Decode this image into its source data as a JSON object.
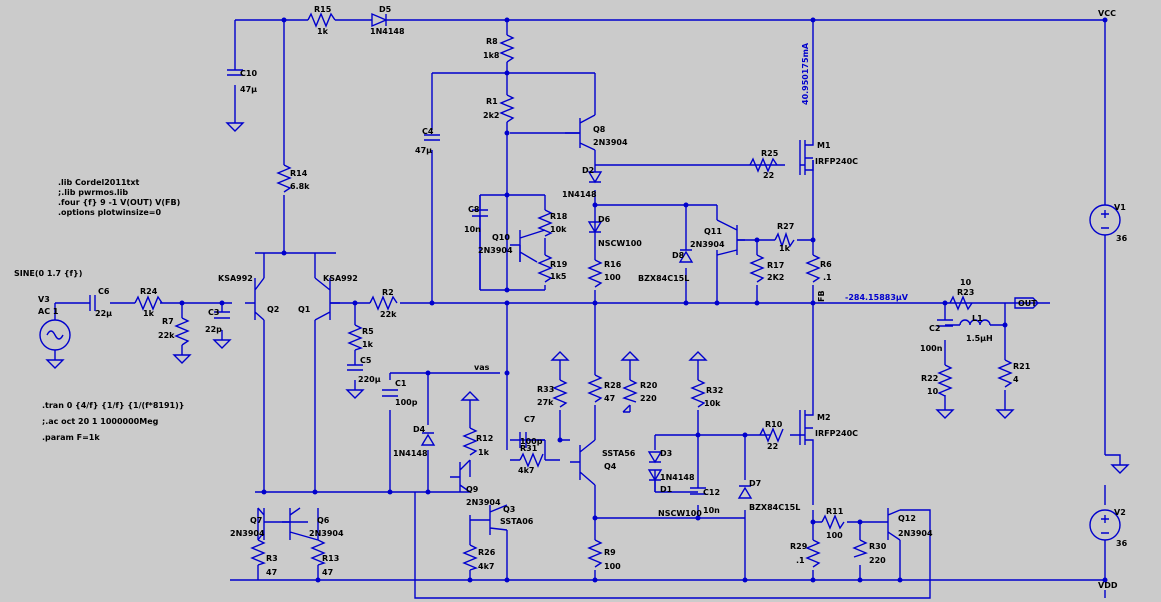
{
  "nets": {
    "vcc": "VCC",
    "vdd": "VDD",
    "vas": "vas",
    "fb": "FB",
    "out": "OUT"
  },
  "directives": [
    ".lib Cordel2011txt",
    ";.lib pwrmos.lib",
    ".four {f} 9 -1 V(OUT) V(FB)",
    ".options plotwinsize=0"
  ],
  "sim": [
    ".tran 0 {4/f} {1/f} {1/(f*8191)}",
    ";.ac oct 20 1 1000000Meg",
    ".param F=1k"
  ],
  "source": "SINE(0 1.7 {f})",
  "measurements": {
    "current": "40.950175mA",
    "voltage": "-284.15883µV"
  },
  "parts": {
    "R15": [
      "R15",
      "1k"
    ],
    "D5": [
      "D5",
      "1N4148"
    ],
    "C10": [
      "C10",
      "47µ"
    ],
    "R8": [
      "R8",
      "1k8"
    ],
    "R1": [
      "R1",
      "2k2"
    ],
    "C4": [
      "C4",
      "47µ"
    ],
    "Q8": [
      "Q8",
      "2N3904"
    ],
    "D2": [
      "D2",
      "1N4148"
    ],
    "C8": [
      "C8",
      "10n"
    ],
    "R18": [
      "R18",
      "10k"
    ],
    "Q10": [
      "Q10",
      "2N3904"
    ],
    "R19": [
      "R19",
      "1k5"
    ],
    "D6": [
      "D6",
      "NSCW100"
    ],
    "R16": [
      "R16",
      "100"
    ],
    "D8": [
      "D8",
      "BZX84C15L"
    ],
    "Q11": [
      "Q11",
      "2N3904"
    ],
    "R17": [
      "R17",
      "2K2"
    ],
    "R27": [
      "R27",
      "1k"
    ],
    "R25": [
      "R25",
      "22"
    ],
    "M1": [
      "M1",
      "IRFP240C"
    ],
    "R6": [
      "R6",
      ".1"
    ],
    "R14": [
      "R14",
      "6.8k"
    ],
    "V3": [
      "V3",
      "AC 1"
    ],
    "C6": [
      "C6",
      "22µ"
    ],
    "R24": [
      "R24",
      "1k"
    ],
    "R7": [
      "R7",
      "22k"
    ],
    "C3": [
      "C3",
      "22p"
    ],
    "Q2": [
      "Q2",
      "KSA992"
    ],
    "Q1": [
      "Q1",
      "KSA992"
    ],
    "R2": [
      "R2",
      "22k"
    ],
    "R5": [
      "R5",
      "1k"
    ],
    "C5": [
      "C5",
      "220µ"
    ],
    "C1": [
      "C1",
      "100p"
    ],
    "D4": [
      "D4",
      "1N4148"
    ],
    "R12": [
      "R12",
      "1k"
    ],
    "Q9": [
      "Q9",
      "2N3904"
    ],
    "Q3": [
      "Q3",
      "SSTA06"
    ],
    "R26": [
      "R26",
      "4k7"
    ],
    "Q7": [
      "Q7",
      "2N3904"
    ],
    "Q6": [
      "Q6",
      "2N3904"
    ],
    "R3": [
      "R3",
      "47"
    ],
    "R13": [
      "R13",
      "47"
    ],
    "R33": [
      "R33",
      "27k"
    ],
    "C7": [
      "C7",
      "100p"
    ],
    "R31": [
      "R31",
      "4k7"
    ],
    "Q4": [
      "Q4",
      "SSTA56"
    ],
    "R28": [
      "R28",
      "47"
    ],
    "R20": [
      "R20",
      "220"
    ],
    "R9": [
      "R9",
      "100"
    ],
    "R32": [
      "R32",
      "10k"
    ],
    "D3": [
      "D3",
      "1N4148"
    ],
    "D1": [
      "D1",
      "NSCW100"
    ],
    "C12": [
      "C12",
      "10n"
    ],
    "D7": [
      "D7",
      "BZX84C15L"
    ],
    "R10": [
      "R10",
      "22"
    ],
    "M2": [
      "M2",
      "IRFP240C"
    ],
    "R11": [
      "R11",
      "100"
    ],
    "Q12": [
      "Q12",
      "2N3904"
    ],
    "R29": [
      "R29",
      ".1"
    ],
    "R30": [
      "R30",
      "220"
    ],
    "R23": [
      "R23",
      "10"
    ],
    "C2": [
      "C2",
      "100n"
    ],
    "L1": [
      "L1",
      "1.5µH"
    ],
    "R22": [
      "R22",
      "10"
    ],
    "R21": [
      "R21",
      "4"
    ],
    "V1": [
      "V1",
      "36"
    ],
    "V2": [
      "V2",
      "36"
    ]
  }
}
